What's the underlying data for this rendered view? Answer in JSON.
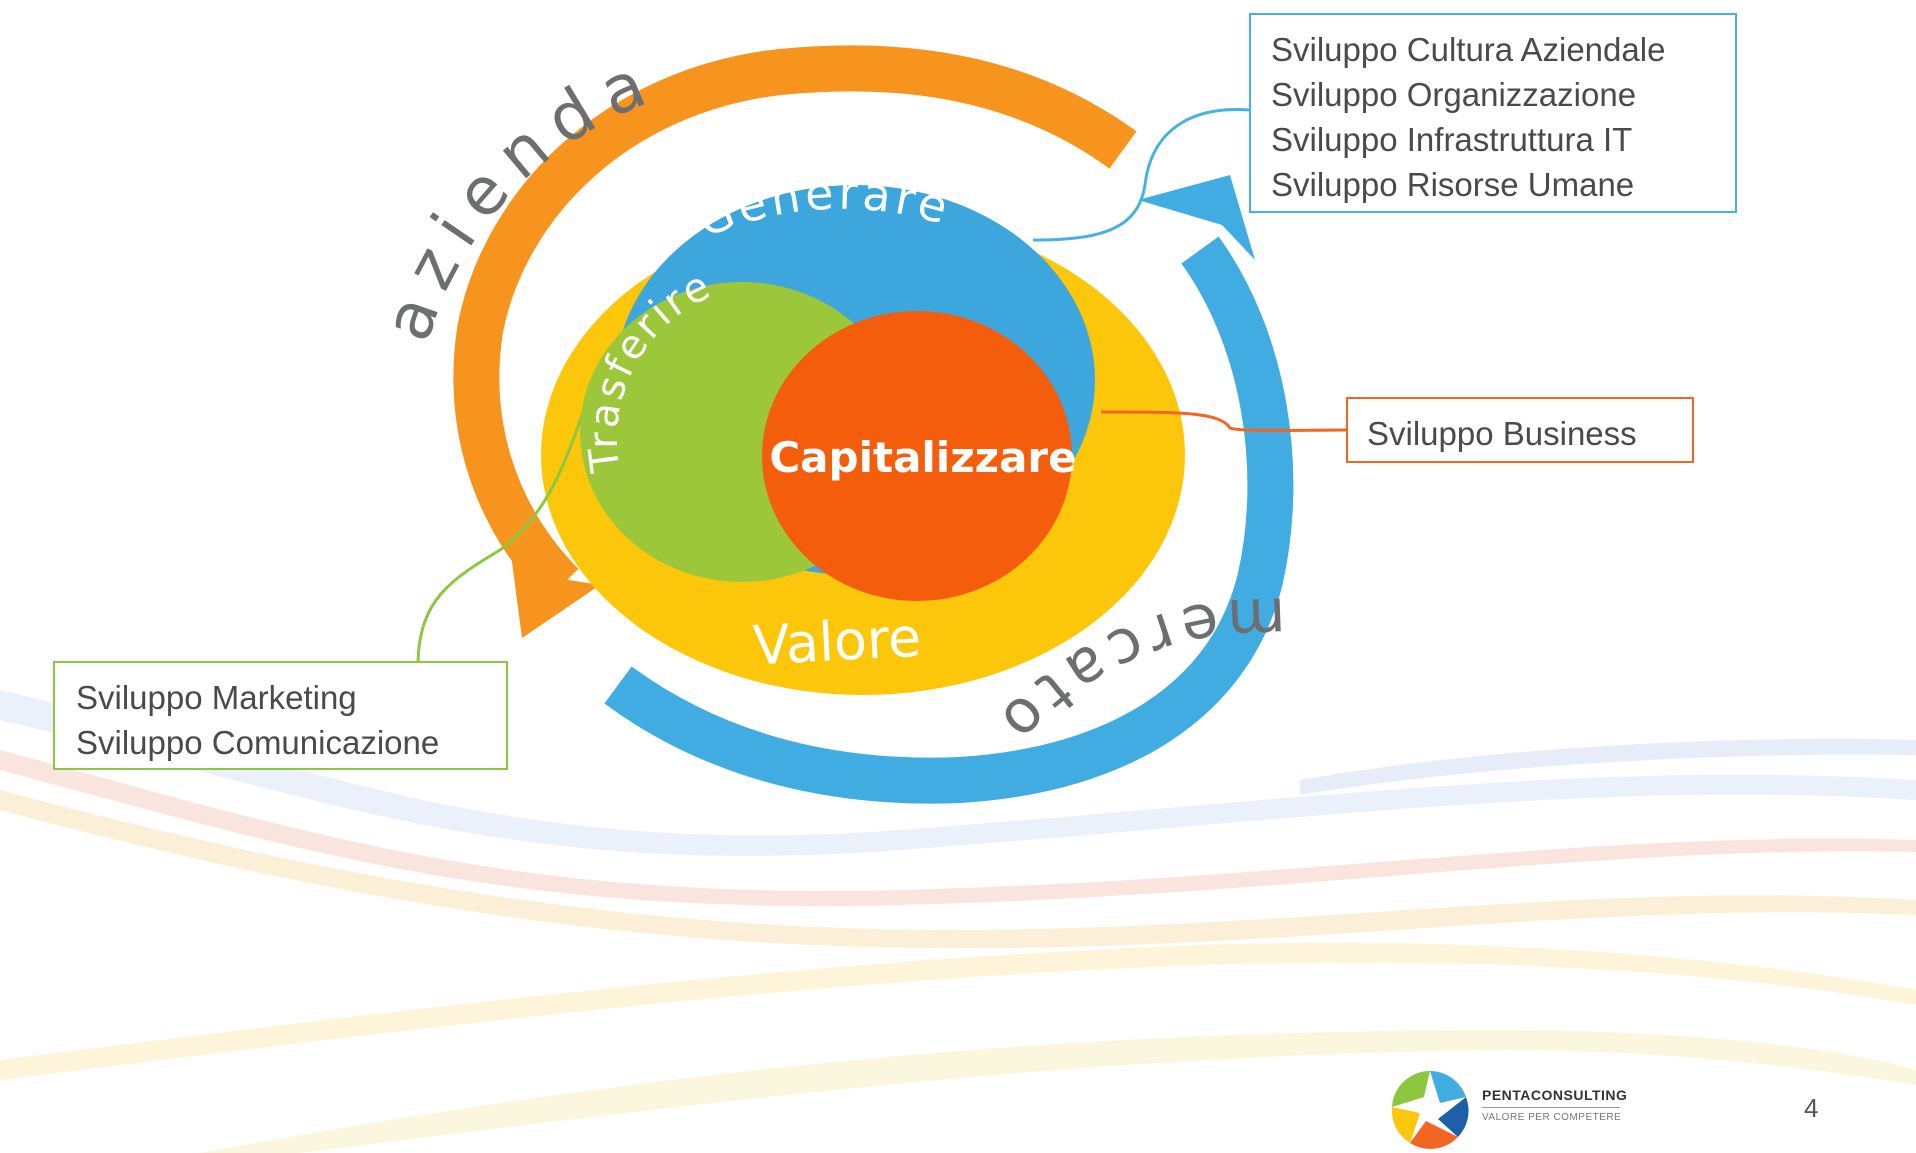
{
  "cycle": {
    "outer_top_label": "azienda",
    "outer_bottom_label": "mercato",
    "generare_label": "Generare",
    "trasferire_label": "Trasferire",
    "capitalizzare_label": "Capitalizzare",
    "valore_label": "Valore"
  },
  "callouts": {
    "generare": [
      "Sviluppo Cultura Aziendale",
      "Sviluppo Organizzazione",
      "Sviluppo Infrastruttura IT",
      "Sviluppo Risorse Umane"
    ],
    "capitalizzare": "Sviluppo Business",
    "trasferire": [
      "Sviluppo Marketing",
      "Sviluppo Comunicazione"
    ]
  },
  "logo": {
    "name": "PENTACONSULTING",
    "tagline": "VALORE PER COMPETERE"
  },
  "page_number": "4",
  "colors": {
    "orange_arrow": "#f7941d",
    "blue_arrow": "#41ace1",
    "yellow_ring": "#fcc70b",
    "blue_circle": "#3da6dd",
    "green_circle": "#9cc73b",
    "red_circle": "#f45d0b",
    "callout_blue": "#45b3e0",
    "callout_orange": "#f26522",
    "callout_green": "#8dc63f"
  }
}
